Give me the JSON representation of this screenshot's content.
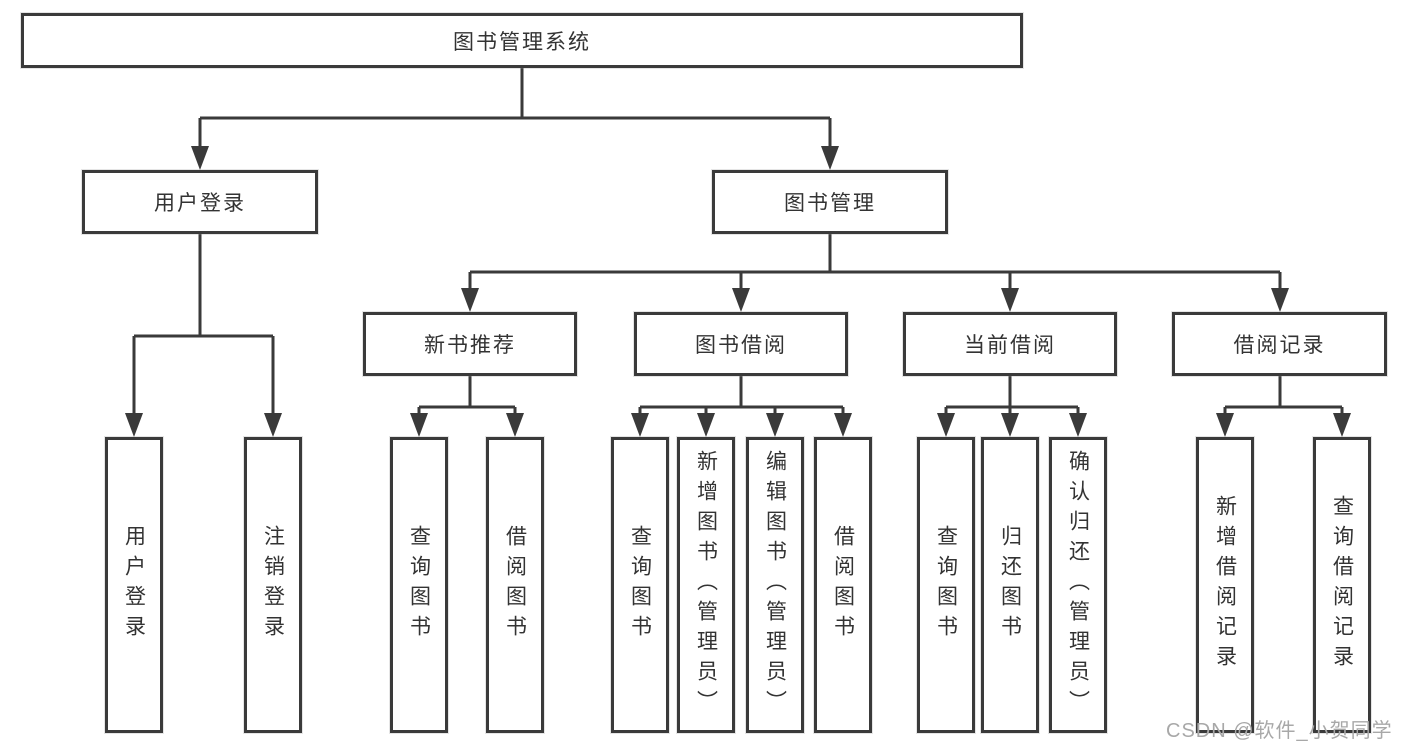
{
  "diagram": {
    "root": {
      "label": "图书管理系统"
    },
    "branches": [
      {
        "label": "用户登录",
        "leaves": [
          "用户登录",
          "注销登录"
        ]
      },
      {
        "label": "图书管理",
        "children": [
          {
            "label": "新书推荐",
            "leaves": [
              "查询图书",
              "借阅图书"
            ]
          },
          {
            "label": "图书借阅",
            "leaves": [
              "查询图书",
              "新增图书（管理员）",
              "编辑图书（管理员）",
              "借阅图书"
            ]
          },
          {
            "label": "当前借阅",
            "leaves": [
              "查询图书",
              "归还图书",
              "确认归还（管理员）"
            ]
          },
          {
            "label": "借阅记录",
            "leaves": [
              "新增借阅记录",
              "查询借阅记录"
            ]
          }
        ]
      }
    ],
    "watermark": "CSDN @软件_小贺同学",
    "colors": {
      "line": "#3a3a3a",
      "text": "#333333",
      "watermark": "#a8a8a8",
      "background": "#ffffff"
    }
  }
}
